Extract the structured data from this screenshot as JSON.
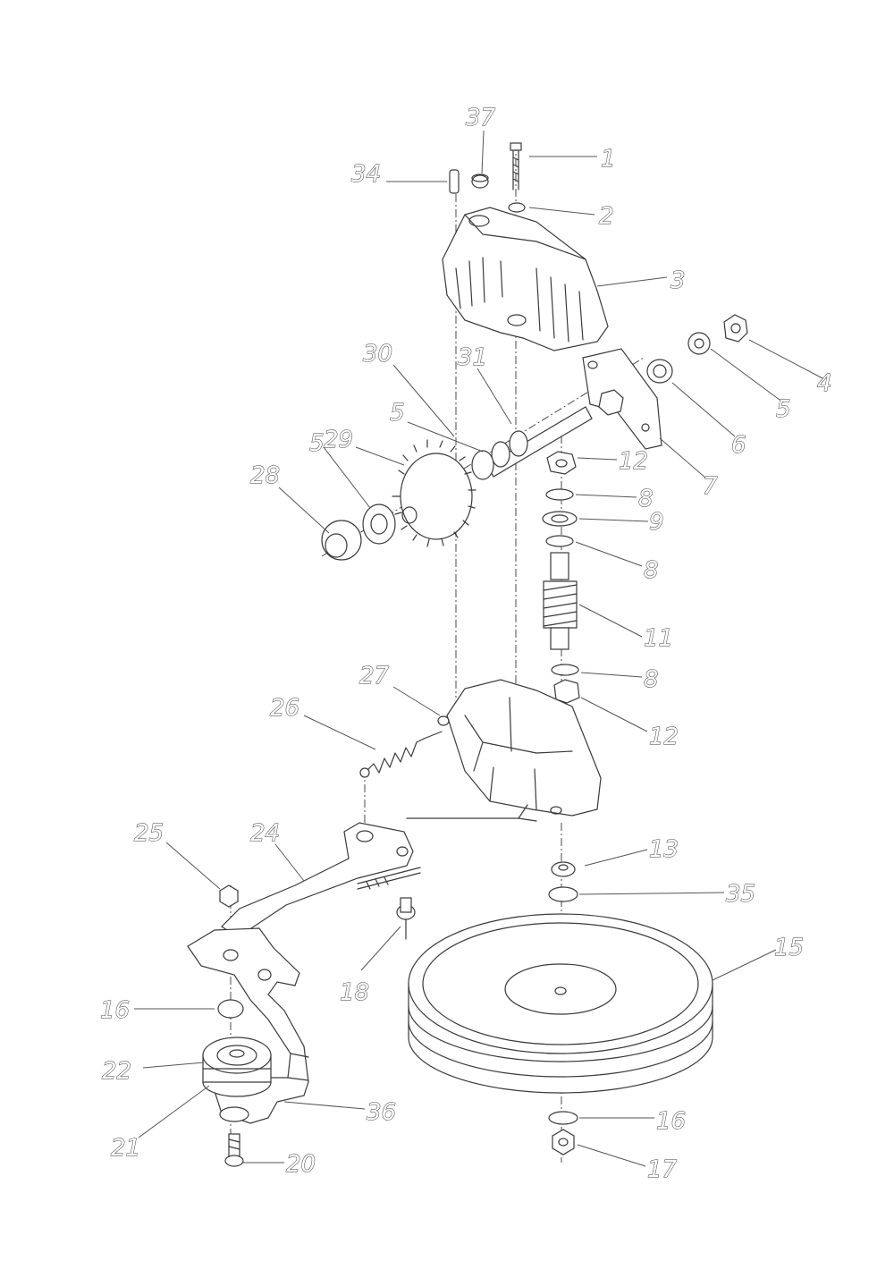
{
  "diagram": {
    "callouts": [
      "1",
      "2",
      "3",
      "4",
      "5",
      "5",
      "6",
      "7",
      "8",
      "8",
      "8",
      "9",
      "11",
      "12",
      "12",
      "13",
      "15",
      "16",
      "16",
      "17",
      "18",
      "20",
      "21",
      "22",
      "24",
      "25",
      "26",
      "27",
      "28",
      "29",
      "30",
      "31",
      "34",
      "35",
      "36",
      "37"
    ]
  }
}
